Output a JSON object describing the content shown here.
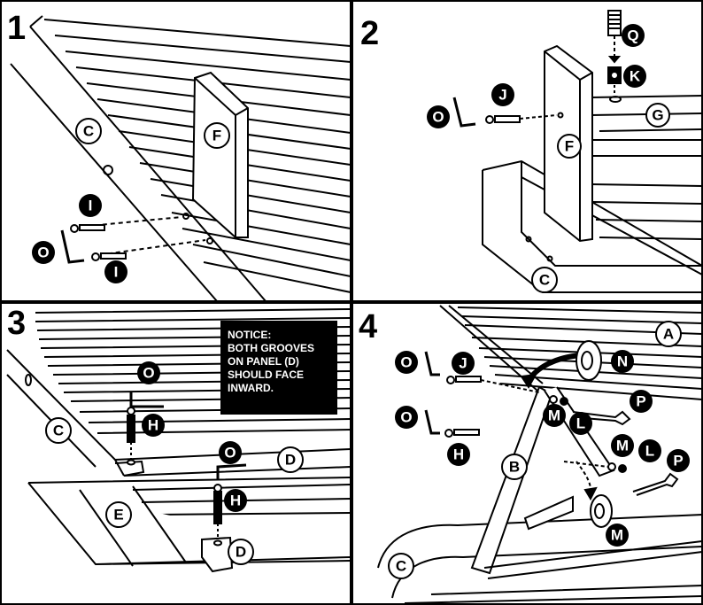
{
  "steps": [
    {
      "number": "1",
      "labels": {
        "part_c": "C",
        "part_f": "F",
        "bolt_i_top": "I",
        "bolt_i_bottom": "I",
        "tool_o": "O"
      }
    },
    {
      "number": "2",
      "labels": {
        "bolt_q": "Q",
        "nut_k": "K",
        "bolt_j": "J",
        "tool_o": "O",
        "part_g": "G",
        "part_f": "F",
        "part_c": "C"
      }
    },
    {
      "number": "3",
      "labels": {
        "tool_o_top": "O",
        "bolt_h_top": "H",
        "part_c": "C",
        "tool_o_mid": "O",
        "part_d_top": "D",
        "bolt_h_mid": "H",
        "part_e": "E",
        "part_d_bottom": "D"
      },
      "notice": {
        "line1": "NOTICE:",
        "line2": "BOTH GROOVES",
        "line3": "ON PANEL (D)",
        "line4": "SHOULD FACE",
        "line5": "INWARD."
      }
    },
    {
      "number": "4",
      "labels": {
        "part_a": "A",
        "tool_o_top": "O",
        "bolt_j": "J",
        "wheel_n": "N",
        "washer_p_top": "P",
        "washer_m_top": "M",
        "nut_l_top": "L",
        "tool_o_bottom": "O",
        "bolt_h": "H",
        "washer_m_mid": "M",
        "nut_l_mid": "L",
        "washer_p_mid": "P",
        "part_b": "B",
        "wheel_m_bottom": "M",
        "part_c": "C"
      }
    }
  ]
}
